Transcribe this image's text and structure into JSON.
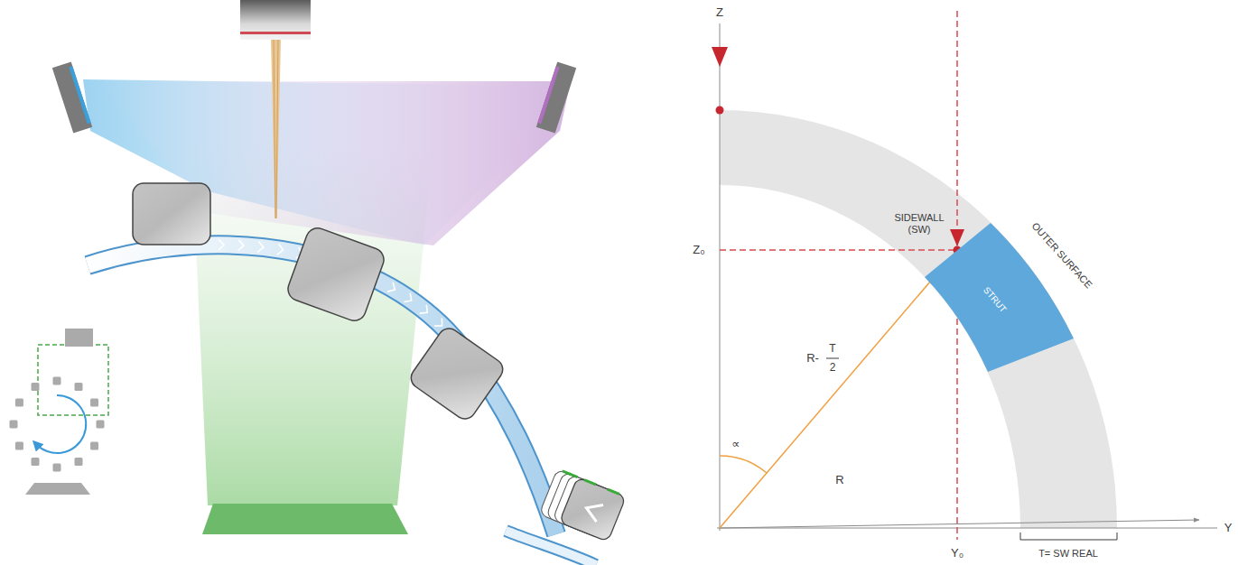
{
  "diagram": {
    "nodes": [
      {
        "text": [
          "STRUT"
        ]
      }
    ],
    "labels": [
      "Z",
      "SIDEWALL (SW)",
      "OUTER SURFACE",
      "Z₀",
      "R-",
      "T",
      "2",
      "∝",
      "R",
      "Y",
      "Y₀",
      "T= SW REAL"
    ]
  }
}
